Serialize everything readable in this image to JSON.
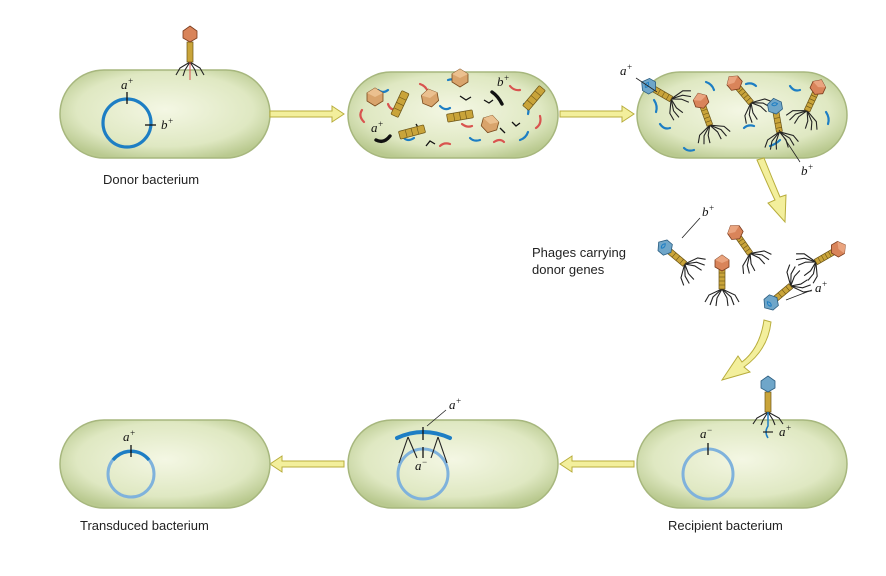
{
  "labels": {
    "donor": "Donor bacterium",
    "phages": [
      "Phages carrying",
      "donor genes"
    ],
    "recipient": "Recipient bacterium",
    "transduced": "Transduced bacterium"
  },
  "genes": {
    "a": "a",
    "b": "b",
    "plus": "+",
    "minus": "−"
  },
  "colors": {
    "cell_fill": "#dfe8c2",
    "cell_edge": "#a7b77e",
    "chromosome": "#1d7ec4",
    "chromosome_light": "#7fb2dc",
    "arrow": "#f3ef9c",
    "phage_head": "#d9845a",
    "phage_tail": "#c9a43a",
    "fragment_red": "#d9534f"
  }
}
